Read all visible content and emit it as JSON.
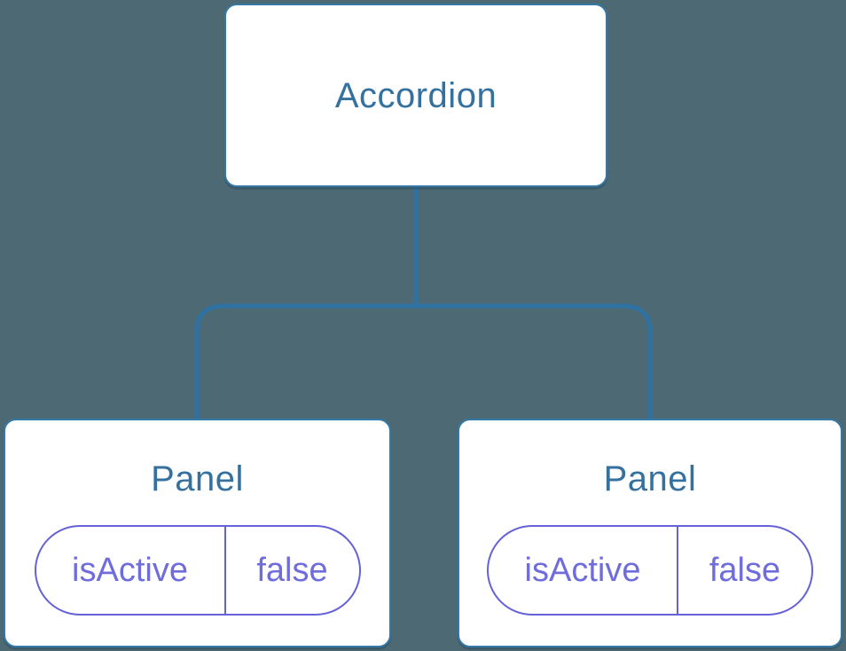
{
  "diagram": {
    "type": "component-tree",
    "colors": {
      "background": "#4d6973",
      "node_fill": "#ffffff",
      "node_border": "#3579a8",
      "connector": "#2e72a4",
      "title_text": "#35719f",
      "state_text": "#6f6cdc",
      "state_border": "#6462d6"
    },
    "tree": {
      "root": {
        "label": "Accordion"
      },
      "children": [
        {
          "label": "Panel",
          "state": {
            "key": "isActive",
            "value": "false"
          }
        },
        {
          "label": "Panel",
          "state": {
            "key": "isActive",
            "value": "false"
          }
        }
      ]
    }
  }
}
